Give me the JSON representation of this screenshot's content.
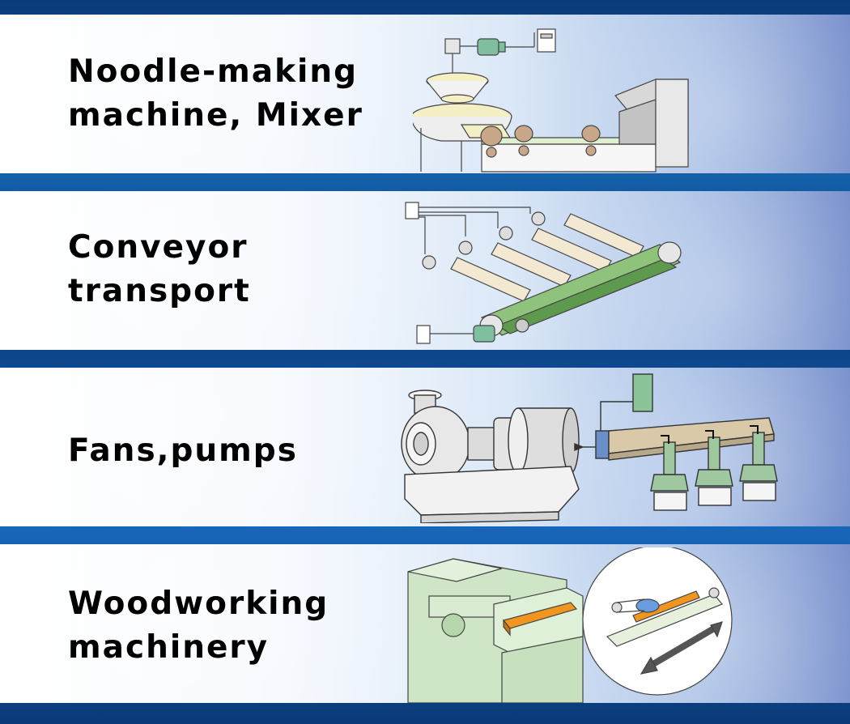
{
  "sections": [
    {
      "id": "noodle",
      "lines": [
        "Noodle-making",
        "machine, Mixer"
      ],
      "icon": "noodle-machine-illustration"
    },
    {
      "id": "conveyor",
      "lines": [
        "Conveyor",
        "transport"
      ],
      "icon": "conveyor-illustration"
    },
    {
      "id": "fans",
      "lines": [
        "Fans,pumps"
      ],
      "icon": "pump-illustration"
    },
    {
      "id": "wood",
      "lines": [
        "Woodworking",
        "machinery"
      ],
      "icon": "woodworking-machine-illustration"
    }
  ],
  "colors": {
    "background": "#1566b0",
    "belt_green": "#8fc27a",
    "machine_green": "#cfe6c6",
    "wood_orange": "#f0961e",
    "cream": "#f5efc6",
    "machine_grey": "#d8d8d8"
  }
}
